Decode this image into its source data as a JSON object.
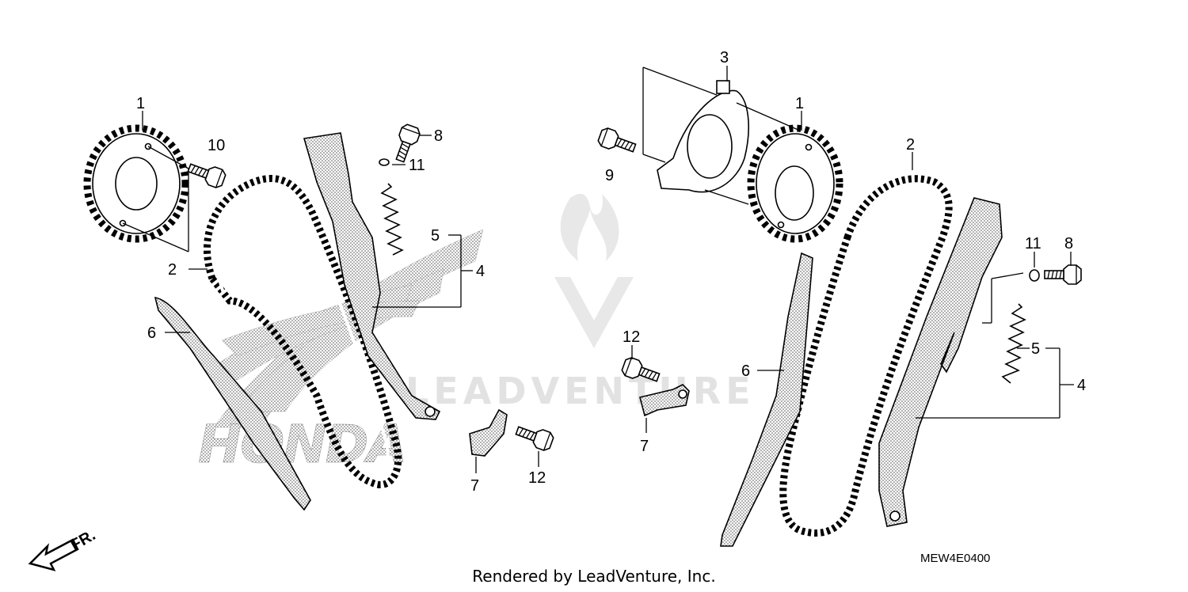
{
  "callouts": {
    "left": {
      "sprocket": "1",
      "chain": "2",
      "tensioner_assembly": "4",
      "spring": "5",
      "guide": "6",
      "stopper": "7",
      "bolt_tensioner": "8",
      "bolt_sprocket": "10",
      "washer": "11",
      "bolt_stopper": "12"
    },
    "right": {
      "plate": "3",
      "sprocket": "1",
      "chain": "2",
      "tensioner_assembly": "4",
      "spring": "5",
      "guide": "6",
      "stopper": "7",
      "bolt_tensioner": "8",
      "bolt_plate": "9",
      "washer": "11",
      "bolt_stopper": "12"
    }
  },
  "direction_label": "FR.",
  "diagram_code": "MEW4E0400",
  "footer_text": "Rendered by LeadVenture, Inc.",
  "watermark_text": "LEADVENTURE",
  "brand_text": "HONDA"
}
